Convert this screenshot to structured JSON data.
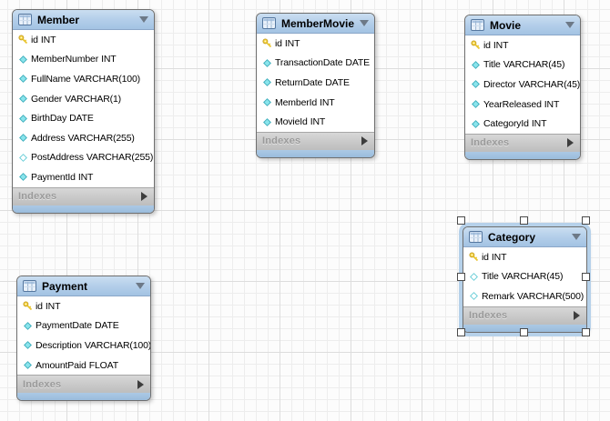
{
  "tables": [
    {
      "name": "Member",
      "footer_label": "Indexes",
      "selected": false,
      "columns": [
        {
          "name": "id",
          "type": "INT",
          "icon": "key-icon"
        },
        {
          "name": "MemberNumber",
          "type": "INT",
          "icon": "not-null-diamond-icon"
        },
        {
          "name": "FullName",
          "type": "VARCHAR(100)",
          "icon": "not-null-diamond-icon"
        },
        {
          "name": "Gender",
          "type": "VARCHAR(1)",
          "icon": "not-null-diamond-icon"
        },
        {
          "name": "BirthDay",
          "type": "DATE",
          "icon": "not-null-diamond-icon"
        },
        {
          "name": "Address",
          "type": "VARCHAR(255)",
          "icon": "not-null-diamond-icon"
        },
        {
          "name": "PostAddress",
          "type": "VARCHAR(255)",
          "icon": "nullable-diamond-icon"
        },
        {
          "name": "PaymentId",
          "type": "INT",
          "icon": "not-null-diamond-icon"
        }
      ]
    },
    {
      "name": "MemberMovie",
      "footer_label": "Indexes",
      "selected": false,
      "columns": [
        {
          "name": "id",
          "type": "INT",
          "icon": "key-icon"
        },
        {
          "name": "TransactionDate",
          "type": "DATE",
          "icon": "not-null-diamond-icon"
        },
        {
          "name": "ReturnDate",
          "type": "DATE",
          "icon": "not-null-diamond-icon"
        },
        {
          "name": "MemberId",
          "type": "INT",
          "icon": "not-null-diamond-icon"
        },
        {
          "name": "MovieId",
          "type": "INT",
          "icon": "not-null-diamond-icon"
        }
      ]
    },
    {
      "name": "Movie",
      "footer_label": "Indexes",
      "selected": false,
      "columns": [
        {
          "name": "id",
          "type": "INT",
          "icon": "key-icon"
        },
        {
          "name": "Title",
          "type": "VARCHAR(45)",
          "icon": "not-null-diamond-icon"
        },
        {
          "name": "Director",
          "type": "VARCHAR(45)",
          "icon": "not-null-diamond-icon"
        },
        {
          "name": "YearReleased",
          "type": "INT",
          "icon": "not-null-diamond-icon"
        },
        {
          "name": "CategoryId",
          "type": "INT",
          "icon": "not-null-diamond-icon"
        }
      ]
    },
    {
      "name": "Category",
      "footer_label": "Indexes",
      "selected": true,
      "columns": [
        {
          "name": "id",
          "type": "INT",
          "icon": "key-icon"
        },
        {
          "name": "Title",
          "type": "VARCHAR(45)",
          "icon": "nullable-diamond-icon"
        },
        {
          "name": "Remark",
          "type": "VARCHAR(500)",
          "icon": "nullable-diamond-icon"
        }
      ]
    },
    {
      "name": "Payment",
      "footer_label": "Indexes",
      "selected": false,
      "columns": [
        {
          "name": "id",
          "type": "INT",
          "icon": "key-icon"
        },
        {
          "name": "PaymentDate",
          "type": "DATE",
          "icon": "not-null-diamond-icon"
        },
        {
          "name": "Description",
          "type": "VARCHAR(100)",
          "icon": "not-null-diamond-icon"
        },
        {
          "name": "AmountPaid",
          "type": "FLOAT",
          "icon": "not-null-diamond-icon"
        }
      ]
    }
  ],
  "colors": {
    "header_blue": "#b2cde9",
    "selection_ring_blue": "#b6d1ea",
    "bottom_strip_blue": "#a3c3e1",
    "indexes_bar_gray": "#c9c9c9",
    "indexes_text_gray": "#9a9a9a",
    "diamond_cyan": "#8ae4ec",
    "key_yellow": "#f6d43e"
  }
}
